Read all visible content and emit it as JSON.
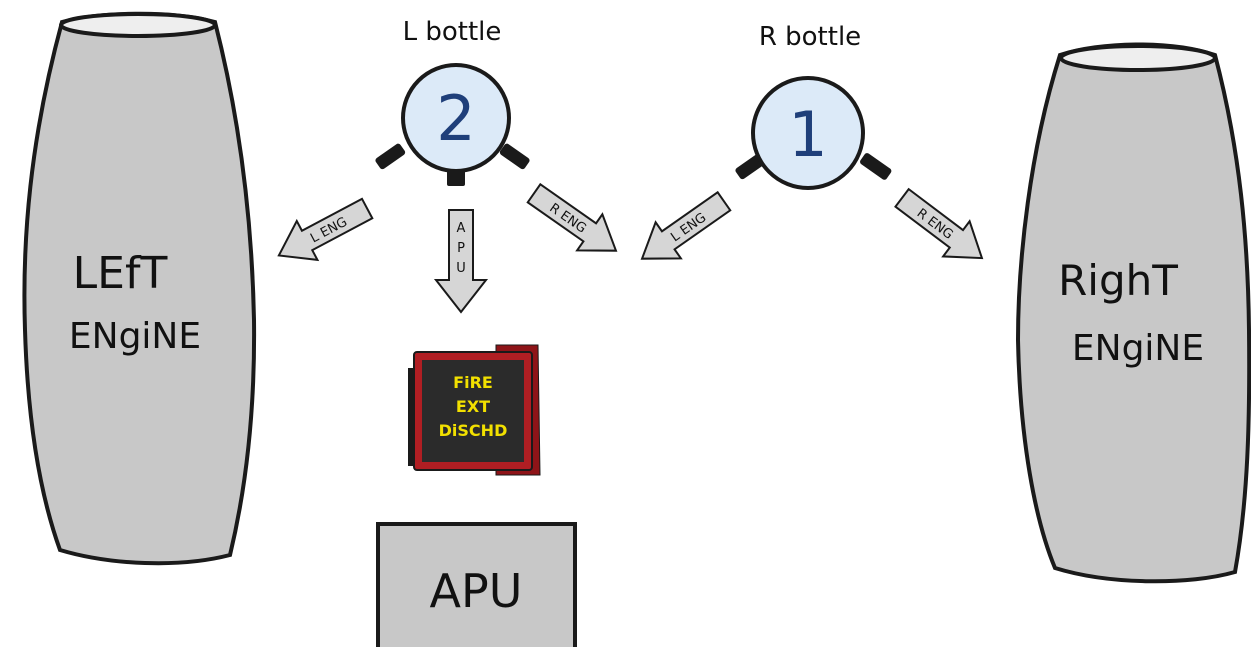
{
  "left_engine": {
    "line1": "LEfT",
    "line2": "ENgiNE"
  },
  "right_engine": {
    "line1": "RighT",
    "line2": "ENgiNE"
  },
  "left_bottle": {
    "title": "L bottle",
    "number": "2"
  },
  "right_bottle": {
    "title": "R bottle",
    "number": "1"
  },
  "arrows": {
    "left_bottle_to_left_engine": "L ENG",
    "left_bottle_to_apu": [
      "A",
      "P",
      "U"
    ],
    "left_bottle_to_right_engine": "R ENG",
    "right_bottle_to_left_engine": "L ENG",
    "right_bottle_to_right_engine": "R ENG"
  },
  "discharge_light": {
    "line1": "FiRE",
    "line2": "EXT",
    "line3": "DiSCHD"
  },
  "apu": {
    "label": "APU"
  },
  "colors": {
    "engine_fill": "#c8c8c8",
    "bottle_fill": "#dceaf8",
    "number_color": "#1f3f7a",
    "arrow_fill": "#d6d6d6",
    "lamp_frame": "#b01e23",
    "lamp_face": "#2b2b2b",
    "lamp_text": "#f2e000",
    "outline": "#1a1a1a"
  }
}
